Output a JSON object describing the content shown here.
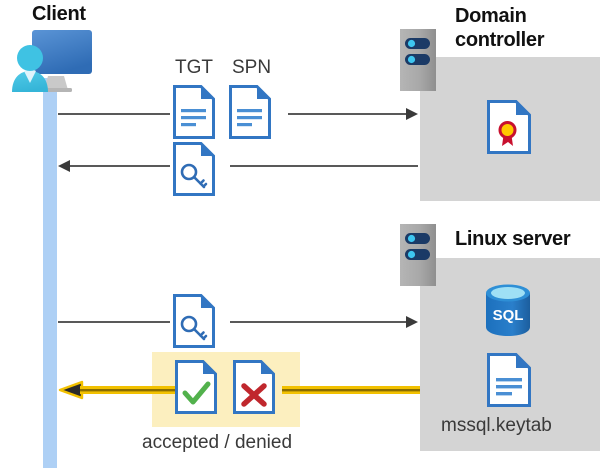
{
  "diagram": {
    "title": "Kerberos authentication flow between client, domain controller and Linux server",
    "background_color": "#ffffff",
    "panel_color": "#d4d4d4",
    "lifeline_color": "#aed0f5",
    "highlight_color": "#fcefbf",
    "line_color": "#595959",
    "gold_color": "#f2c100",
    "gold_dark_color": "#8a6d00",
    "accent_blue": "#3276c3",
    "accent_blue_dark": "#1f5c9e"
  },
  "actors": {
    "client": {
      "label": "Client",
      "icon": "client-workstation-icon"
    },
    "domain_controller": {
      "label_line1": "Domain",
      "label_line2": "controller",
      "server_icon": "server-rack-icon",
      "content_icon": "certificate-document-icon"
    },
    "linux_server": {
      "label": "Linux server",
      "server_icon": "server-rack-icon",
      "content_icons": [
        {
          "name": "sql-database-icon",
          "label": "SQL"
        },
        {
          "name": "keytab-document-icon",
          "label": ""
        }
      ],
      "file_label": "mssql.keytab"
    }
  },
  "messages": [
    {
      "id": "request-tgt-spn",
      "direction": "right",
      "from": "client",
      "to": "domain_controller",
      "artifacts": [
        {
          "label": "TGT",
          "icon": "text-document-icon"
        },
        {
          "label": "SPN",
          "icon": "text-document-icon"
        }
      ]
    },
    {
      "id": "return-service-ticket",
      "direction": "left",
      "from": "domain_controller",
      "to": "client",
      "artifacts": [
        {
          "label": "",
          "icon": "key-document-icon"
        }
      ]
    },
    {
      "id": "present-service-ticket",
      "direction": "right",
      "from": "client",
      "to": "linux_server",
      "artifacts": [
        {
          "label": "",
          "icon": "key-document-icon"
        }
      ]
    },
    {
      "id": "auth-result",
      "direction": "left",
      "from": "linux_server",
      "to": "client",
      "highlighted": true,
      "caption": "accepted / denied",
      "artifacts": [
        {
          "label": "",
          "icon": "check-document-icon"
        },
        {
          "label": "",
          "icon": "cross-document-icon"
        }
      ]
    }
  ],
  "labels": {
    "tgt": "TGT",
    "spn": "SPN",
    "sql": "SQL",
    "keytab_file": "mssql.keytab",
    "result_caption": "accepted / denied",
    "client": "Client",
    "domain_controller_line1": "Domain",
    "domain_controller_line2": "controller",
    "linux_server": "Linux server"
  }
}
